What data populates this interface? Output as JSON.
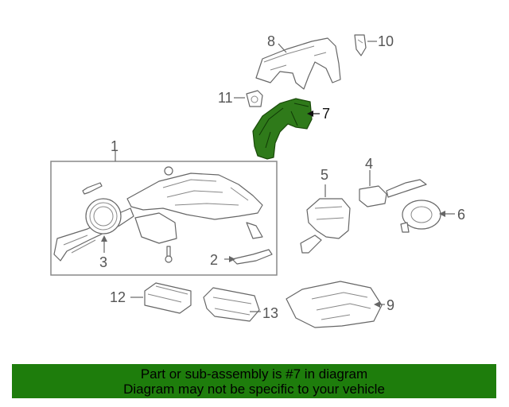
{
  "banner": {
    "line1": "Part or sub-assembly is #7 in diagram",
    "line2": "Diagram may not be specific to your vehicle"
  },
  "callouts": {
    "c1": "1",
    "c2": "2",
    "c3": "3",
    "c4": "4",
    "c5": "5",
    "c6": "6",
    "c7": "7",
    "c8": "8",
    "c9": "9",
    "c10": "10",
    "c11": "11",
    "c12": "12",
    "c13": "13"
  },
  "highlighted_part": "7",
  "colors": {
    "highlight": "#2f7a1a",
    "banner": "#1e7d0c"
  }
}
